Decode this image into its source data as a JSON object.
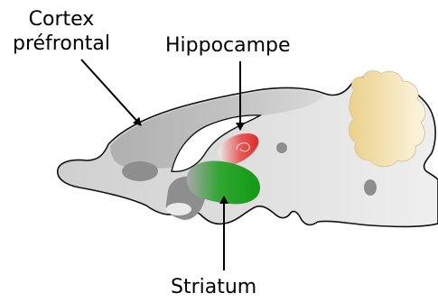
{
  "labels": {
    "cortex_line1": "Cortex",
    "cortex_line2": "préfrontal",
    "hippocampus": "Hippocampe",
    "striatum": "Striatum"
  },
  "colors": {
    "brain_fill": "#e4e4e4",
    "brain_outline": "#111111",
    "cortex_gray": "#b9b9b9",
    "hippocampus": "#e8413f",
    "striatum": "#1da31d",
    "cerebellum": "#f1dca4",
    "arrow": "#000000"
  }
}
